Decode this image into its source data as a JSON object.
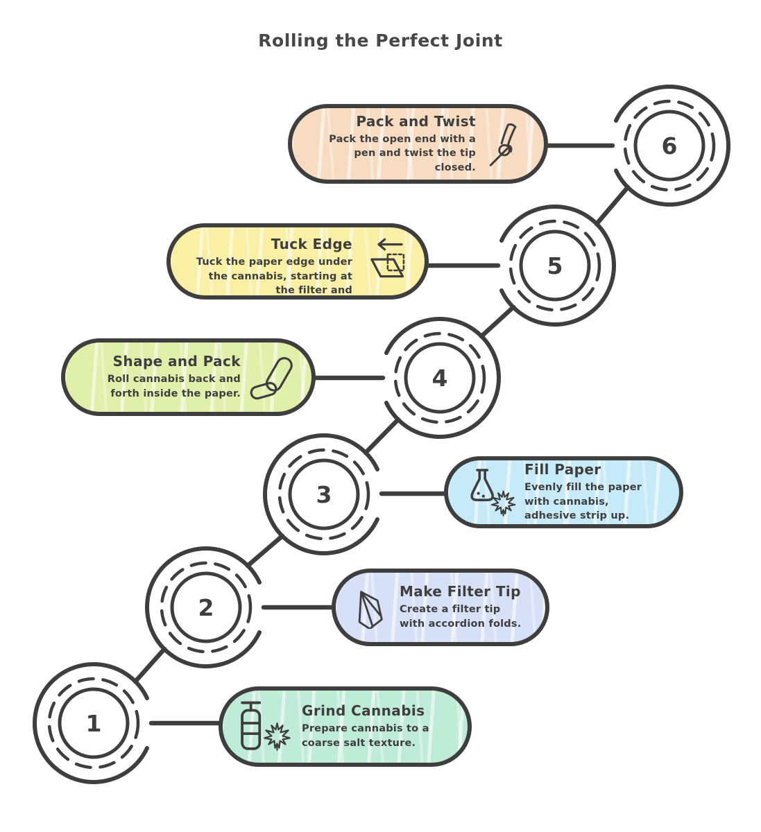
{
  "title": "Rolling the Perfect Joint",
  "colors": {
    "background": "#ffffff",
    "stroke": "#3e3e3e",
    "text": "#3e3e3e",
    "step1_fill": "#bfecd6",
    "step2_fill": "#d6e0f6",
    "step3_fill": "#c7eaf8",
    "step4_fill": "#dff0aa",
    "step5_fill": "#f9efa5",
    "step6_fill": "#f8dcc2"
  },
  "steps": [
    {
      "number": "1",
      "title": "Grind Cannabis",
      "description": "Prepare cannabis to a coarse salt texture.",
      "icon": "grinder-leaf-icon"
    },
    {
      "number": "2",
      "title": "Make Filter Tip",
      "description": "Create a filter tip with accordion folds.",
      "icon": "accordion-fold-icon"
    },
    {
      "number": "3",
      "title": "Fill Paper",
      "description": "Evenly fill the paper with cannabis, adhesive strip up.",
      "icon": "flask-leaf-icon"
    },
    {
      "number": "4",
      "title": "Shape and Pack",
      "description": "Roll cannabis back and forth inside the paper.",
      "icon": "rolled-joint-icon"
    },
    {
      "number": "5",
      "title": "Tuck Edge",
      "description": "Tuck the paper edge under the cannabis, starting at the filter and",
      "icon": "tuck-arrow-icon"
    },
    {
      "number": "6",
      "title": "Pack and Twist",
      "description": "Pack the open end with a pen and twist the tip closed.",
      "icon": "hand-pen-icon"
    }
  ]
}
